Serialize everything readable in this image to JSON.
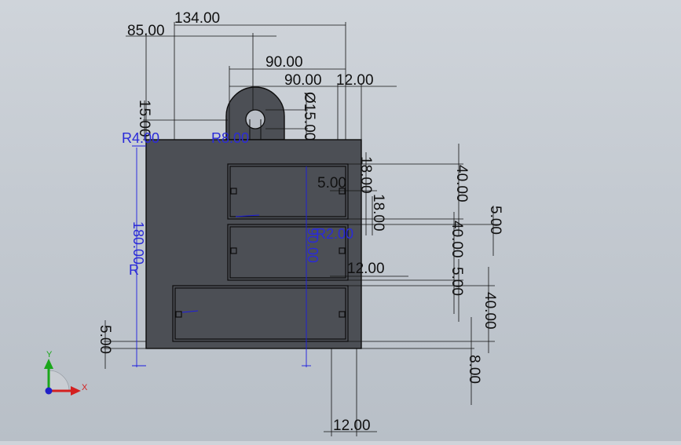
{
  "dimensions": {
    "top_134": "134.00",
    "top_85": "85.00",
    "top_90a": "90.00",
    "top_90b": "90.00",
    "top_12": "12.00",
    "left_15": "15.00",
    "hole_phi15": "Ø15.00",
    "r8": "R8.00",
    "r4": "R4.00",
    "right_40a": "40.00",
    "right_5a": "5.00",
    "right_18a": "18.00",
    "right_18b": "18.00",
    "right_5b": "5.00",
    "right_40b": "40.00",
    "right_5c": "5.00",
    "right_12": "12.00",
    "right_40c": "40.00",
    "left_5": "5.00",
    "bottom_8": "8.00",
    "bottom_12": "12.00",
    "blue_180": "180.00",
    "blue_r2": "R2.00",
    "blue_90": "90.00",
    "blue_r": "R"
  },
  "triad": {
    "x_label": "X",
    "y_label": "Y"
  }
}
